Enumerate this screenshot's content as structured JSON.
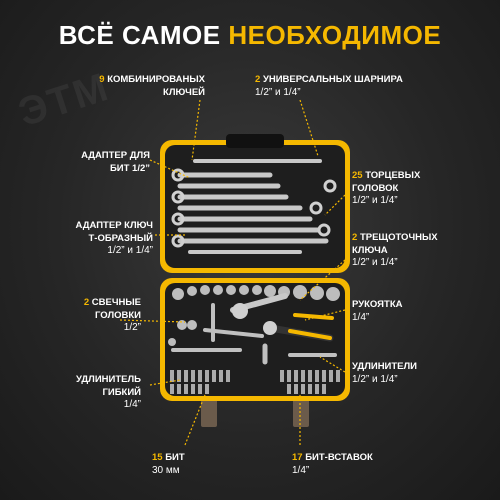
{
  "title": {
    "white": "ВСЁ САМОЕ",
    "yellow": "НЕОБХОДИМОЕ"
  },
  "watermark": "ЭТМ",
  "labels": {
    "wrenches": {
      "num": "9",
      "text": "КОМБИНИРОВАНЫХ",
      "text2": "КЛЮЧЕЙ"
    },
    "joints": {
      "num": "2",
      "text": "УНИВЕРСАЛЬНЫХ ШАРНИРА",
      "spec": "1/2” и 1/4”"
    },
    "bit_adapter": {
      "text": "АДАПТЕР ДЛЯ",
      "text2": "БИТ 1/2”"
    },
    "sockets": {
      "num": "25",
      "text": "ТОРЦЕВЫХ",
      "text2": "ГОЛОВОК",
      "spec": "1/2” и 1/4”"
    },
    "t_adapter": {
      "text": "АДАПТЕР КЛЮЧ",
      "text2": "Т-ОБРАЗНЫЙ",
      "spec": "1/2” и 1/4”"
    },
    "ratchets": {
      "num": "2",
      "text": "ТРЕЩОТОЧНЫХ",
      "text2": "КЛЮЧА",
      "spec": "1/2” и 1/4”"
    },
    "spark": {
      "num": "2",
      "text": "СВЕЧНЫЕ",
      "text2": "ГОЛОВКИ",
      "spec": "1/2”"
    },
    "handle": {
      "text": "РУКОЯТКА",
      "spec": "1/4”"
    },
    "extensions": {
      "text": "УДЛИНИТЕЛИ",
      "spec": "1/2” и 1/4”"
    },
    "flex_ext": {
      "text": "УДЛИНИТЕЛЬ",
      "text2": "ГИБКИЙ",
      "spec": "1/4”"
    },
    "bits": {
      "num": "15",
      "text": "БИТ",
      "spec": "30 мм"
    },
    "bit_inserts": {
      "num": "17",
      "text": "БИТ-ВСТАВОК",
      "spec": "1/4”"
    }
  },
  "colors": {
    "accent": "#f5b800",
    "case": "#1c1c1c",
    "background": "#2e2e2e"
  }
}
